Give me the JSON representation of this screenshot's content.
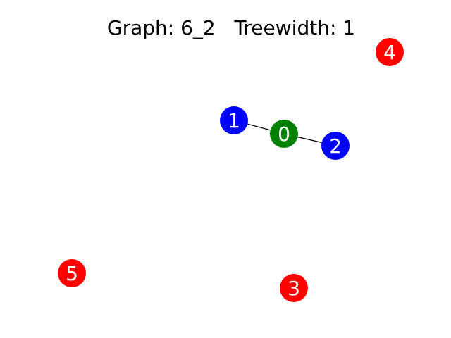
{
  "title": "Graph: 6_2   Treewidth: 1",
  "graph": {
    "nodes": [
      {
        "id": "0",
        "label": "0",
        "color": "#008000"
      },
      {
        "id": "1",
        "label": "1",
        "color": "#0000ff"
      },
      {
        "id": "2",
        "label": "2",
        "color": "#0000ff"
      },
      {
        "id": "3",
        "label": "3",
        "color": "#ff0000"
      },
      {
        "id": "4",
        "label": "4",
        "color": "#ff0000"
      },
      {
        "id": "5",
        "label": "5",
        "color": "#ff0000"
      }
    ],
    "edges": [
      {
        "source": "1",
        "target": "0"
      },
      {
        "source": "0",
        "target": "2"
      }
    ]
  }
}
